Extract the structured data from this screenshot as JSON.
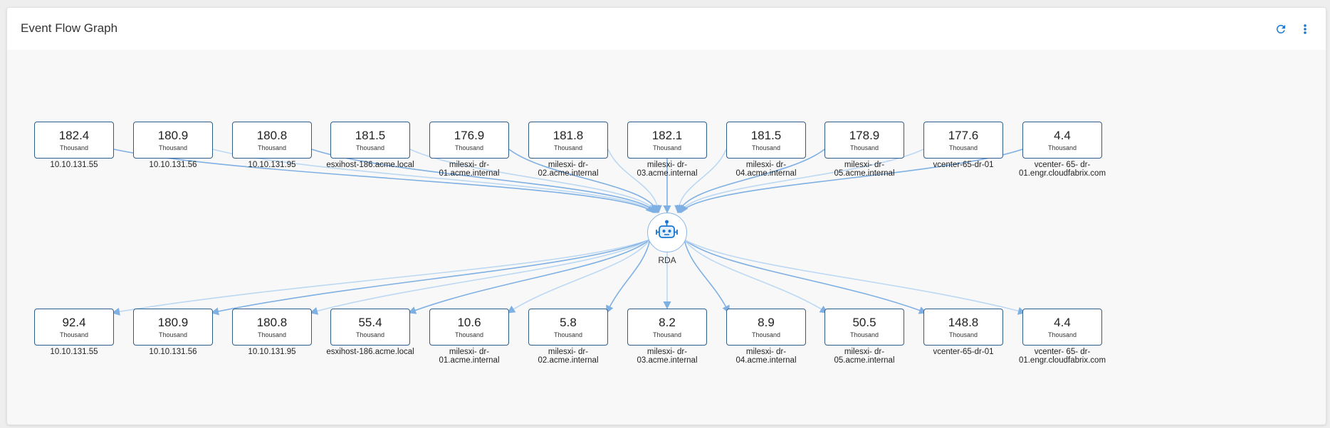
{
  "header": {
    "title": "Event Flow Graph",
    "refresh_icon": "refresh-icon",
    "menu_icon": "more-vertical-icon"
  },
  "colors": {
    "node_border": "#2e5c8a",
    "edge_dark": "#7fb0e3",
    "edge_light": "#bcd8f3",
    "icon_blue": "#1976d2"
  },
  "hub": {
    "label": "RDA",
    "icon": "robot-icon"
  },
  "unit_label": "Thousand",
  "sources": [
    {
      "value": "182.4",
      "label": "10.10.131.55"
    },
    {
      "value": "180.9",
      "label": "10.10.131.56"
    },
    {
      "value": "180.8",
      "label": "10.10.131.95"
    },
    {
      "value": "181.5",
      "label": "esxihost-186.acme.local"
    },
    {
      "value": "176.9",
      "label": "milesxi- dr-\n01.acme.internal"
    },
    {
      "value": "181.8",
      "label": "milesxi- dr-\n02.acme.internal"
    },
    {
      "value": "182.1",
      "label": "milesxi- dr-\n03.acme.internal"
    },
    {
      "value": "181.5",
      "label": "milesxi- dr-\n04.acme.internal"
    },
    {
      "value": "178.9",
      "label": "milesxi- dr-\n05.acme.internal"
    },
    {
      "value": "177.6",
      "label": "vcenter-65-dr-01"
    },
    {
      "value": "4.4",
      "label": "vcenter- 65- dr-\n01.engr.cloudfabrix.com"
    }
  ],
  "targets": [
    {
      "value": "92.4",
      "label": "10.10.131.55"
    },
    {
      "value": "180.9",
      "label": "10.10.131.56"
    },
    {
      "value": "180.8",
      "label": "10.10.131.95"
    },
    {
      "value": "55.4",
      "label": "esxihost-186.acme.local"
    },
    {
      "value": "10.6",
      "label": "milesxi- dr-\n01.acme.internal"
    },
    {
      "value": "5.8",
      "label": "milesxi- dr-\n02.acme.internal"
    },
    {
      "value": "8.2",
      "label": "milesxi- dr-\n03.acme.internal"
    },
    {
      "value": "8.9",
      "label": "milesxi- dr-\n04.acme.internal"
    },
    {
      "value": "50.5",
      "label": "milesxi- dr-\n05.acme.internal"
    },
    {
      "value": "148.8",
      "label": "vcenter-65-dr-01"
    },
    {
      "value": "4.4",
      "label": "vcenter- 65- dr-\n01.engr.cloudfabrix.com"
    }
  ]
}
